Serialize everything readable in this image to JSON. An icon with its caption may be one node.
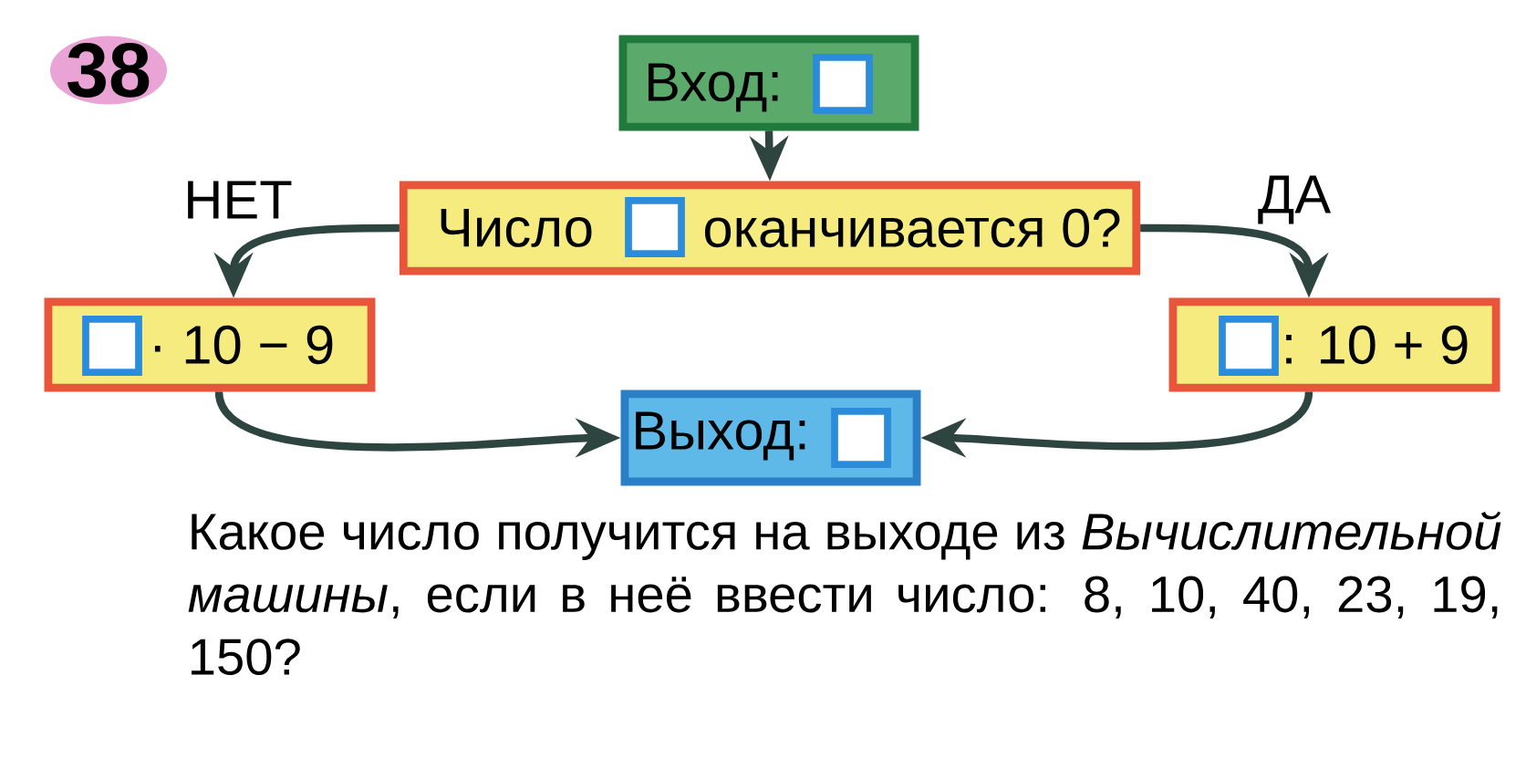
{
  "diagram": {
    "nodes": [
      {
        "text": [
          "38"
        ]
      },
      {
        "text": [
          "Вход:"
        ]
      },
      {
        "text": [],
        "shape": "box",
        "in": 1
      },
      {
        "text": [
          "Число",
          "оканчивается 0?"
        ]
      },
      {
        "text": [],
        "shape": "box",
        "in": 3
      },
      {
        "text": [
          "· 10 − 9"
        ]
      },
      {
        "text": [],
        "shape": "box",
        "in": 5
      },
      {
        "text": [
          ": 10 + 9"
        ]
      },
      {
        "text": [],
        "shape": "box",
        "in": 7
      },
      {
        "text": [
          "Выход:"
        ]
      },
      {
        "text": [],
        "shape": "box",
        "in": 9
      }
    ],
    "edges": [
      {
        "from": 1,
        "to": 3,
        "arrow": "to"
      },
      {
        "from": 3,
        "to": 5,
        "arrow": "to",
        "label": "НЕТ"
      },
      {
        "from": 3,
        "to": 7,
        "arrow": "to",
        "label": "ДА"
      },
      {
        "from": 5,
        "to": 9,
        "arrow": "to"
      },
      {
        "from": 7,
        "to": 9,
        "arrow": "to"
      }
    ],
    "labels": [
      "Какое число получится на выходе из *Вычислительной машины*, если в неё ввести число: 8, 10, 40, 23, 19, 150?"
    ]
  }
}
